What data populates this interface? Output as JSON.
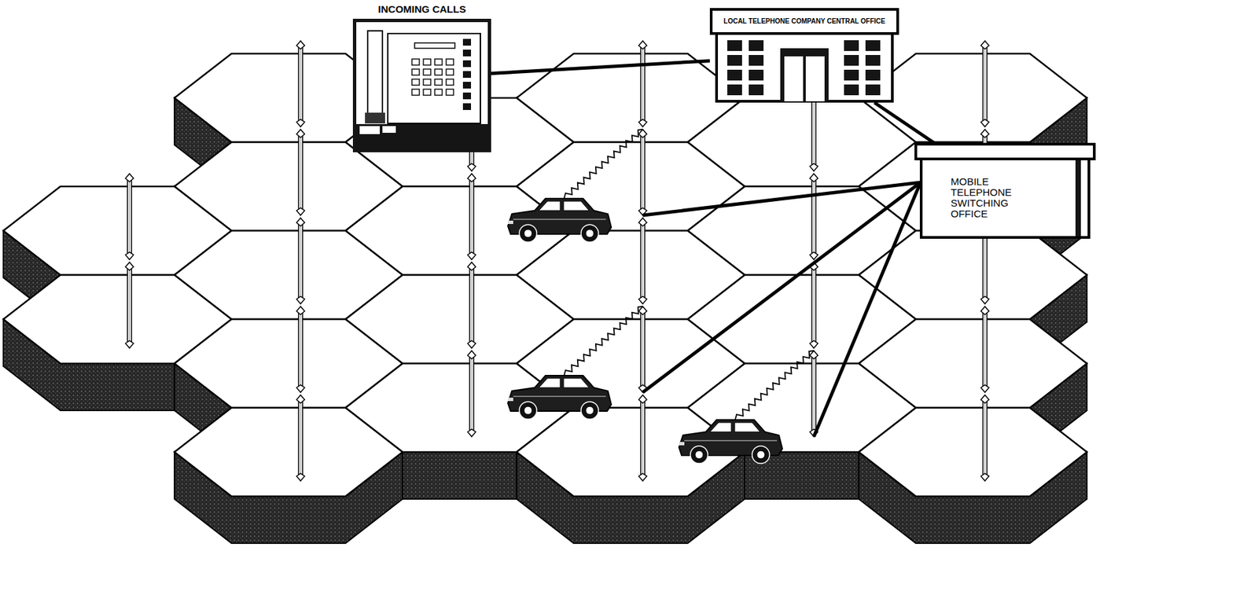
{
  "diagram": {
    "nodes": [
      {
        "text": [
          "INCOMING CALLS"
        ]
      },
      {
        "text": [
          "LOCAL TELEPHONE COMPANY CENTRAL OFFICE"
        ]
      },
      {
        "text": [
          "MOBILE TELEPHONE SWITCHING OFFICE"
        ]
      }
    ],
    "edges": [
      {
        "from": 0,
        "to": 1,
        "arrow": "none"
      },
      {
        "from": 1,
        "to": 2,
        "arrow": "none"
      }
    ]
  }
}
